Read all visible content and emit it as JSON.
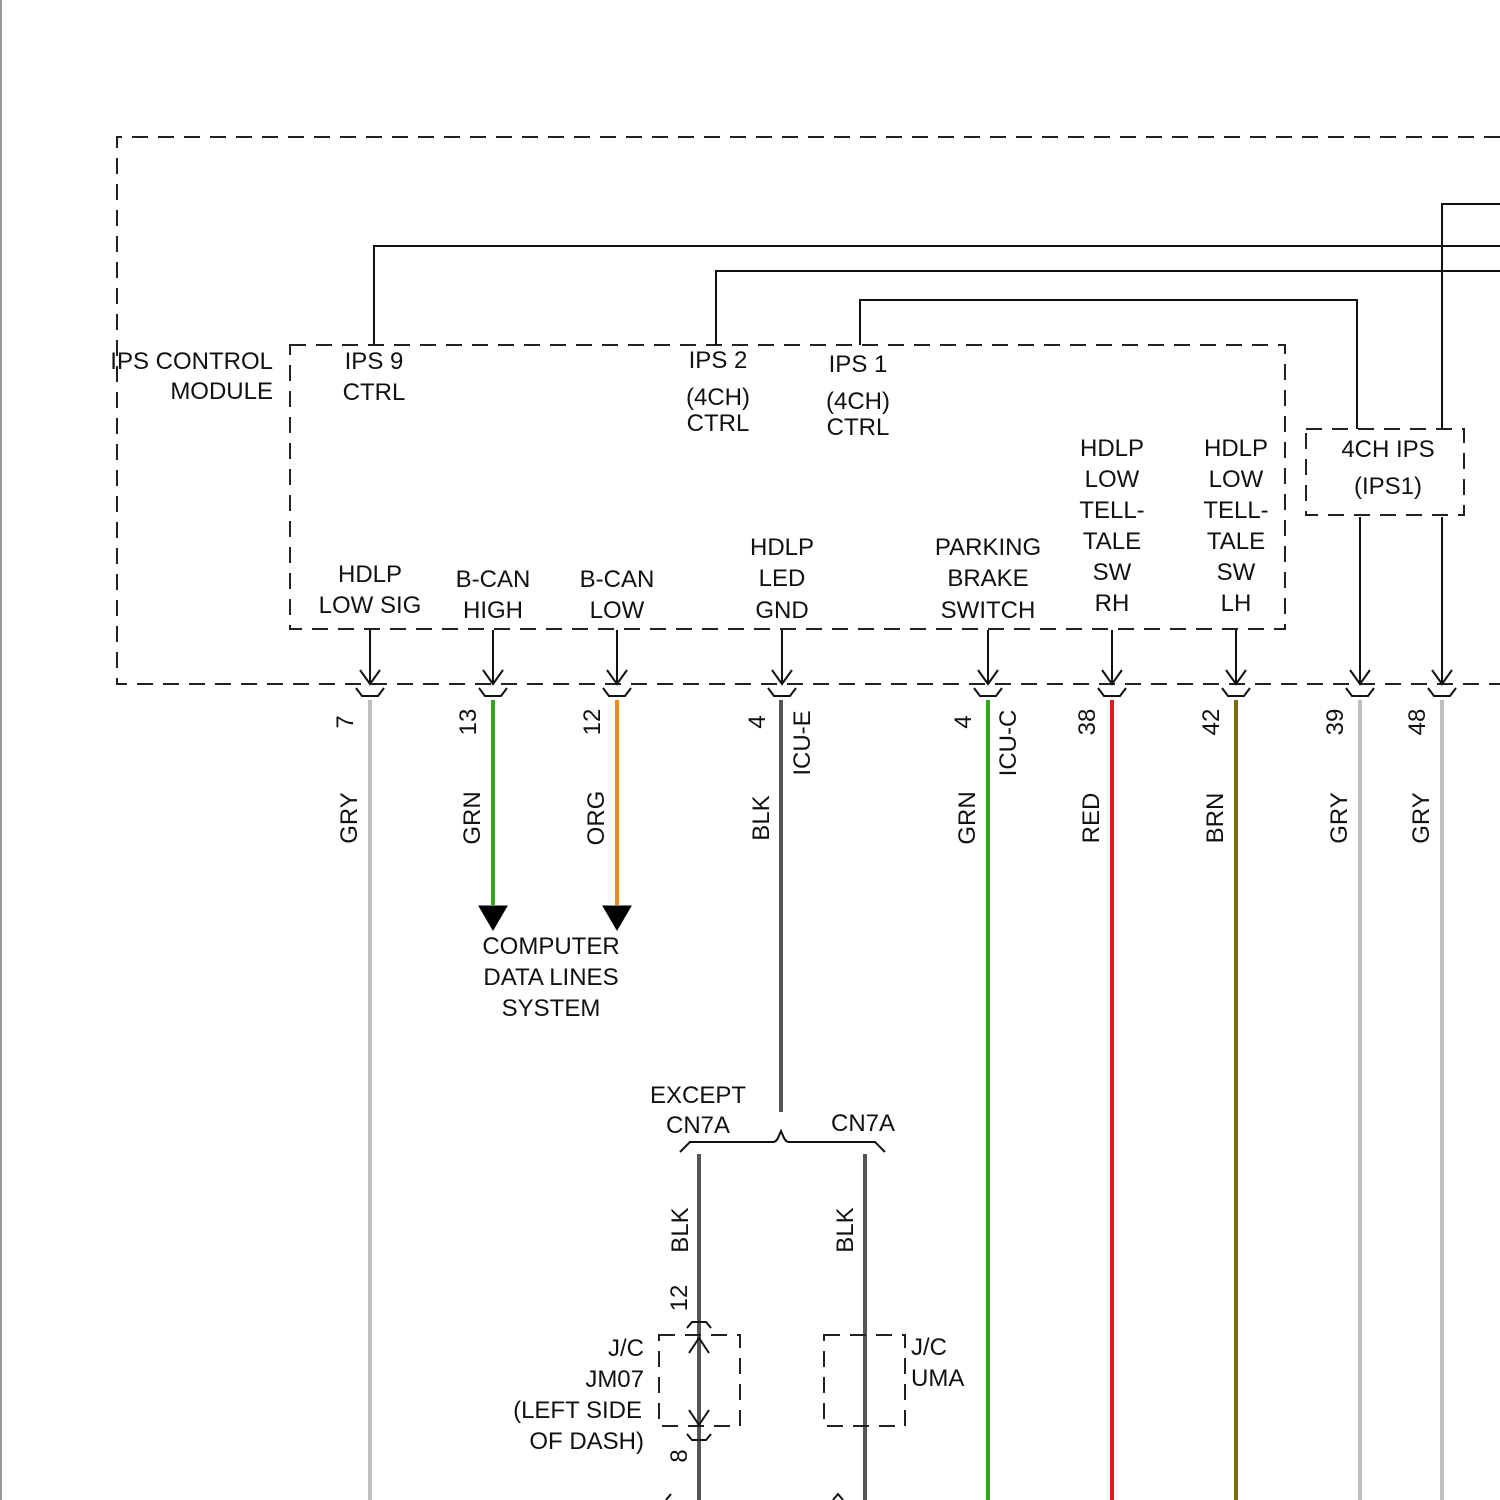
{
  "module": {
    "outer_label": [
      "IPS CONTROL",
      "MODULE"
    ],
    "ctrl_labels": [
      {
        "id": "ips9",
        "lines": [
          "IPS 9",
          "CTRL"
        ]
      },
      {
        "id": "ips2",
        "lines": [
          "IPS 2",
          "(4CH)",
          "CTRL"
        ]
      },
      {
        "id": "ips1",
        "lines": [
          "IPS 1",
          "(4CH)",
          "CTRL"
        ]
      }
    ],
    "ips_box": [
      "4CH IPS",
      "(IPS1)"
    ]
  },
  "pins": [
    {
      "id": "hdlp-low-sig",
      "label": [
        "HDLP",
        "LOW SIG"
      ],
      "pin": "7",
      "wire": "GRY",
      "color": "#bdbdbd"
    },
    {
      "id": "b-can-high",
      "label": [
        "B-CAN",
        "HIGH"
      ],
      "pin": "13",
      "wire": "GRN",
      "color": "#33a51e"
    },
    {
      "id": "b-can-low",
      "label": [
        "B-CAN",
        "LOW"
      ],
      "pin": "12",
      "wire": "ORG",
      "color": "#f08a16"
    },
    {
      "id": "hdlp-led-gnd",
      "label": [
        "HDLP",
        "LED",
        "GND"
      ],
      "pin": "4",
      "connector": "ICU-E",
      "wire": "BLK",
      "color": "#555555"
    },
    {
      "id": "parking-brake-switch",
      "label": [
        "PARKING",
        "BRAKE",
        "SWITCH"
      ],
      "pin": "4",
      "connector": "ICU-C",
      "wire": "GRN",
      "color": "#33a51e"
    },
    {
      "id": "hdlp-telltale-rh",
      "label": [
        "HDLP",
        "LOW",
        "TELL-",
        "TALE",
        "SW",
        "RH"
      ],
      "pin": "38",
      "wire": "RED",
      "color": "#e3161c"
    },
    {
      "id": "hdlp-telltale-lh",
      "label": [
        "HDLP",
        "LOW",
        "TELL-",
        "TALE",
        "SW",
        "LH"
      ],
      "pin": "42",
      "wire": "BRN",
      "color": "#7a6a12"
    },
    {
      "id": "ips-out-39",
      "label": [],
      "pin": "39",
      "wire": "GRY",
      "color": "#bdbdbd"
    },
    {
      "id": "ips-out-48",
      "label": [],
      "pin": "48",
      "wire": "GRY",
      "color": "#bdbdbd"
    }
  ],
  "data_lines_target": [
    "COMPUTER",
    "DATA LINES",
    "SYSTEM"
  ],
  "split": {
    "except_label": [
      "EXCEPT",
      "CN7A"
    ],
    "cn7a_label": "CN7A",
    "left_wire": "BLK",
    "right_wire": "BLK",
    "jc_left": {
      "pin_top": "12",
      "pin_bottom": "8",
      "lines": [
        "J/C",
        "JM07",
        "(LEFT SIDE",
        "OF DASH)"
      ]
    },
    "jc_right": {
      "lines": [
        "J/C",
        "UMA"
      ]
    }
  },
  "colors": {
    "blk": "#555555",
    "line": "#111111"
  }
}
